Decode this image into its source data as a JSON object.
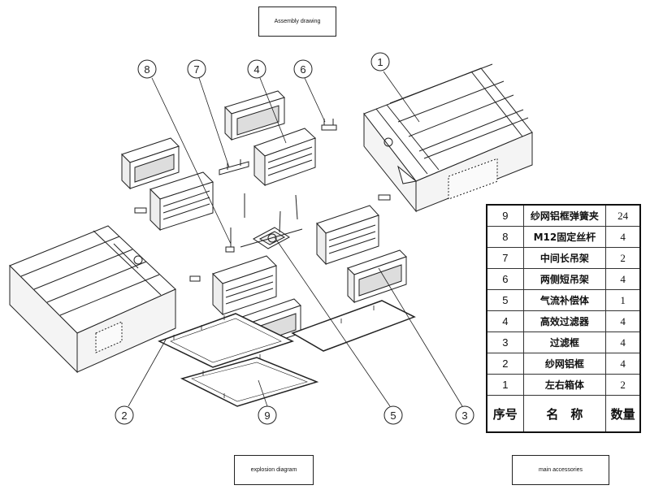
{
  "title": "Assembly drawing",
  "explosion_label": "explosion diagram",
  "accessories_label": "main accessories",
  "callouts": [
    "1",
    "2",
    "3",
    "4",
    "5",
    "6",
    "7",
    "8",
    "9"
  ],
  "table": {
    "header": {
      "no": "序号",
      "name": "名　称",
      "qty": "数量"
    },
    "rows": [
      {
        "no": "9",
        "name": "纱网铝框弹簧夹",
        "qty": "24"
      },
      {
        "no": "8",
        "name": "M12固定丝杆",
        "qty": "4"
      },
      {
        "no": "7",
        "name": "中间长吊架",
        "qty": "2"
      },
      {
        "no": "6",
        "name": "两侧短吊架",
        "qty": "4"
      },
      {
        "no": "5",
        "name": "气流补偿体",
        "qty": "1"
      },
      {
        "no": "4",
        "name": "高效过滤器",
        "qty": "4"
      },
      {
        "no": "3",
        "name": "过滤框",
        "qty": "4"
      },
      {
        "no": "2",
        "name": "纱网铝框",
        "qty": "4"
      },
      {
        "no": "1",
        "name": "左右箱体",
        "qty": "2"
      }
    ]
  }
}
